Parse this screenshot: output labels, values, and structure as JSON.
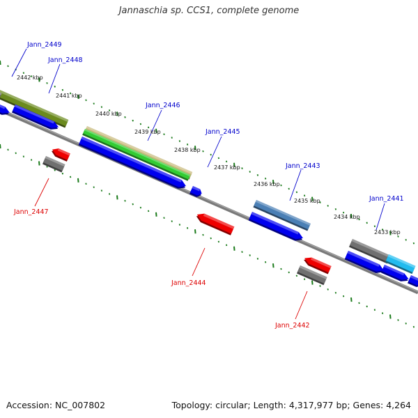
{
  "title": "Jannaschia sp. CCS1, complete genome",
  "footer": {
    "accession": "Accession: NC_007802",
    "summary": "Topology: circular; Length: 4,317,977 bp; Genes: 4,264"
  },
  "colors": {
    "forward_label": "#0000cc",
    "reverse_label": "#dd0000",
    "tick": "#1a7a1a",
    "backbone": "#808080",
    "cds": "#0000ee",
    "red_cds": "#ee0000",
    "gray_feature": "#707070",
    "olive": "#6b8a1e",
    "tan": "#c8b87a",
    "green": "#33cc33",
    "steel": "#4a7fb5",
    "cyan": "#22bbee"
  },
  "ruler": {
    "labels": [
      "2442 kbp",
      "2441 kbp",
      "2440 kbp",
      "2439 kbp",
      "2438 kbp",
      "2437 kbp",
      "2436 kbp",
      "2435 kbp",
      "2434 kbp",
      "2433 kbp"
    ]
  },
  "genes": {
    "forward": [
      "Jann_2449",
      "Jann_2448",
      "Jann_2446",
      "Jann_2445",
      "Jann_2443",
      "Jann_2441"
    ],
    "reverse": [
      "Jann_2447",
      "Jann_2444",
      "Jann_2442"
    ]
  }
}
